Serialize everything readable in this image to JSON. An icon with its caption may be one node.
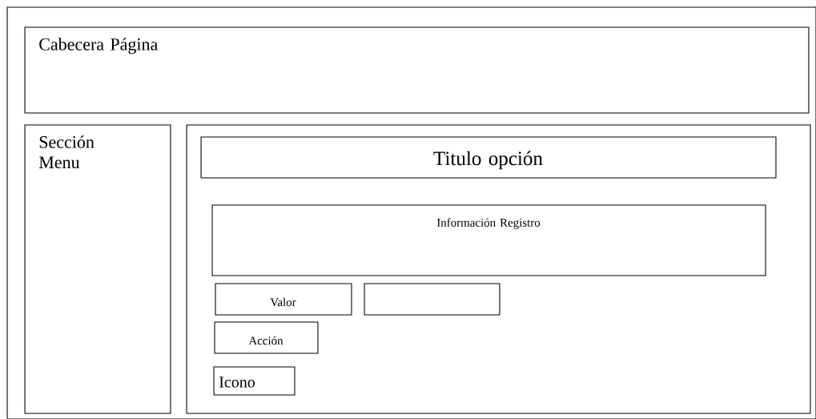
{
  "diagram": {
    "nodes": [
      {
        "text": [],
        "shape": "box"
      },
      {
        "text": [
          "Cabecera Página"
        ],
        "in": 0
      },
      {
        "text": [
          "Sección Menu"
        ],
        "in": 0
      },
      {
        "text": [],
        "shape": "box",
        "in": 0
      },
      {
        "text": [
          "Titulo opción"
        ],
        "in": 3
      },
      {
        "text": [
          "Información Registro"
        ],
        "in": 3
      },
      {
        "text": [
          "Valor"
        ],
        "in": 3
      },
      {
        "text": [],
        "shape": "box",
        "in": 3
      },
      {
        "text": [
          "Acción"
        ],
        "in": 3
      },
      {
        "text": [
          "Icono"
        ],
        "in": 3
      }
    ]
  }
}
